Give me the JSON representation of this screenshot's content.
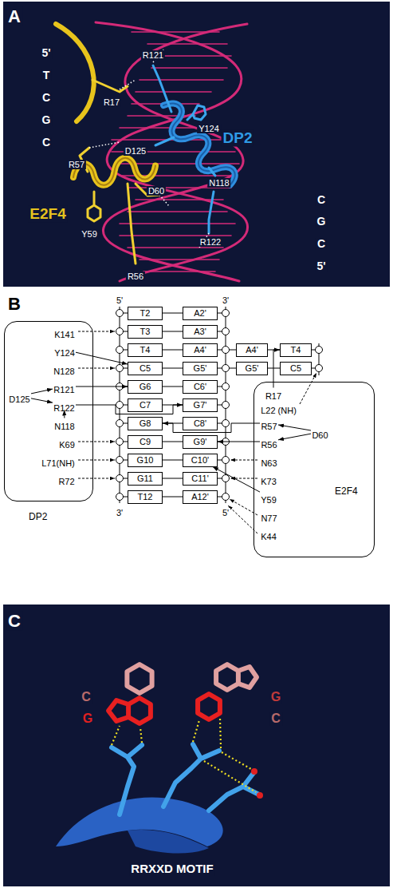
{
  "diagram": {
    "nodes": [
      {
        "text": [
          "DP2"
        ]
      },
      {
        "text": [
          "K141"
        ],
        "in": 0
      },
      {
        "text": [
          "Y124"
        ],
        "in": 0
      },
      {
        "text": [
          "N128"
        ],
        "in": 0
      },
      {
        "text": [
          "D125"
        ],
        "in": 0
      },
      {
        "text": [
          "R121"
        ],
        "in": 0
      },
      {
        "text": [
          "R122"
        ],
        "in": 0
      },
      {
        "text": [
          "N118"
        ],
        "in": 0
      },
      {
        "text": [
          "K69"
        ],
        "in": 0
      },
      {
        "text": [
          "L71(NH)"
        ],
        "in": 0
      },
      {
        "text": [
          "R72"
        ],
        "in": 0
      },
      {
        "text": [
          "T2"
        ]
      },
      {
        "text": [
          "A2'"
        ]
      },
      {
        "text": [
          "T3"
        ]
      },
      {
        "text": [
          "A3'"
        ]
      },
      {
        "text": [
          "T4"
        ]
      },
      {
        "text": [
          "A4'"
        ]
      },
      {
        "text": [
          "C5"
        ]
      },
      {
        "text": [
          "G5'"
        ]
      },
      {
        "text": [
          "G6"
        ]
      },
      {
        "text": [
          "C6'"
        ]
      },
      {
        "text": [
          "C7"
        ]
      },
      {
        "text": [
          "G7'"
        ]
      },
      {
        "text": [
          "G8"
        ]
      },
      {
        "text": [
          "C8'"
        ]
      },
      {
        "text": [
          "C9"
        ]
      },
      {
        "text": [
          "G9'"
        ]
      },
      {
        "text": [
          "G10"
        ]
      },
      {
        "text": [
          "C10'"
        ]
      },
      {
        "text": [
          "G11"
        ]
      },
      {
        "text": [
          "C11'"
        ]
      },
      {
        "text": [
          "T12"
        ]
      },
      {
        "text": [
          "A12'"
        ]
      },
      {
        "text": [
          "A4'"
        ]
      },
      {
        "text": [
          "T4"
        ]
      },
      {
        "text": [
          "G5'"
        ]
      },
      {
        "text": [
          "C5"
        ]
      },
      {
        "text": [
          "E2F4"
        ]
      },
      {
        "text": [
          "R17"
        ],
        "in": 37
      },
      {
        "text": [
          "L22 (NH)"
        ],
        "in": 37
      },
      {
        "text": [
          "R57"
        ],
        "in": 37
      },
      {
        "text": [
          "R56"
        ],
        "in": 37
      },
      {
        "text": [
          "D60"
        ],
        "in": 37
      },
      {
        "text": [
          "N63"
        ],
        "in": 37
      },
      {
        "text": [
          "K73"
        ],
        "in": 37
      },
      {
        "text": [
          "Y59"
        ],
        "in": 37
      },
      {
        "text": [
          "N77"
        ],
        "in": 37
      },
      {
        "text": [
          "K44"
        ],
        "in": 37
      }
    ],
    "edges": [
      {
        "from": 2,
        "to": 17,
        "arrow": "to"
      },
      {
        "from": 5,
        "to": 19,
        "arrow": "to"
      },
      {
        "from": 6,
        "to": 22,
        "arrow": "to"
      },
      {
        "from": 4,
        "to": 5,
        "arrow": "to"
      },
      {
        "from": 4,
        "to": 6,
        "arrow": "to"
      },
      {
        "from": 7,
        "to": 6,
        "arrow": "to"
      },
      {
        "from": 38,
        "to": 34,
        "arrow": "to"
      },
      {
        "from": 40,
        "to": 23,
        "arrow": "to"
      },
      {
        "from": 41,
        "to": 26,
        "arrow": "to"
      },
      {
        "from": 42,
        "to": 40,
        "arrow": "to"
      },
      {
        "from": 42,
        "to": 41,
        "arrow": "to"
      },
      {
        "from": 45,
        "to": 28,
        "arrow": "to"
      }
    ],
    "labels": [
      "A",
      "5'",
      "T",
      "C",
      "G",
      "C",
      "C",
      "G",
      "C",
      "5'",
      "R121",
      "R17",
      "Y124",
      "DP2",
      "D125",
      "N118",
      "R57",
      "D60",
      "E2F4",
      "Y59",
      "R122",
      "R56",
      "B",
      "5'",
      "3'",
      "3'",
      "5'",
      "C",
      "C",
      "G",
      "G",
      "C",
      "RRXXD MOTIF"
    ]
  }
}
